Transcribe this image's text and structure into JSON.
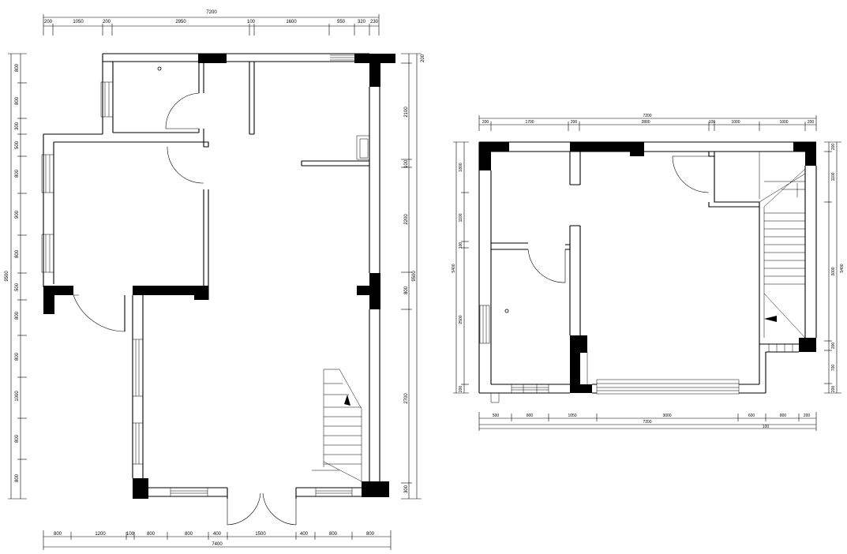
{
  "ground_floor": {
    "dims_top": {
      "overall": "7200",
      "segments": [
        "200",
        "1050",
        "200",
        "2950",
        "100",
        "1600",
        "550",
        "320",
        "230"
      ]
    },
    "dims_bottom": {
      "overall": "7400",
      "segments": [
        "800",
        "1200",
        "100",
        "800",
        "800",
        "400",
        "1500",
        "400",
        "800",
        "800"
      ]
    },
    "dims_left": {
      "overall": "9500",
      "segments": [
        "800",
        "800",
        "300",
        "500",
        "800",
        "900",
        "800",
        "500",
        "800",
        "800",
        "1000",
        "800",
        "800"
      ]
    },
    "dims_right": {
      "overall": "9500",
      "segments": [
        "200",
        "2100",
        "100",
        "2200",
        "800",
        "2700",
        "300"
      ]
    }
  },
  "upper_floor": {
    "dims_top": {
      "overall": "7200",
      "segments": [
        "200",
        "1700",
        "200",
        "2800",
        "100",
        "1000",
        "1000",
        "200"
      ]
    },
    "dims_bottom": {
      "overall": "7200",
      "overall_secondary": "100",
      "segments": [
        "500",
        "800",
        "1050",
        "3000",
        "600",
        "800",
        "200"
      ]
    },
    "dims_left": {
      "overall": "5400",
      "segments": [
        "1800",
        "1100",
        "100",
        "2500",
        "200"
      ]
    },
    "dims_right": {
      "overall": "5400",
      "segments": [
        "200",
        "1100",
        "3000",
        "200",
        "700",
        "200"
      ]
    }
  }
}
